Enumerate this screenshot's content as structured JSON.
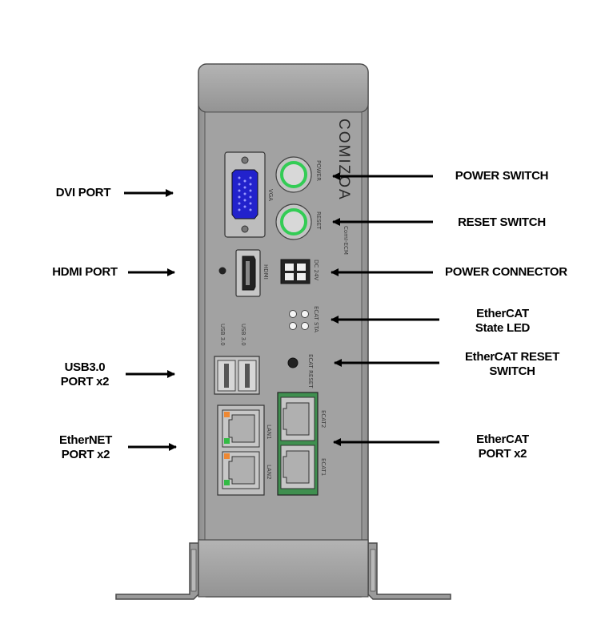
{
  "callouts": {
    "dvi_port": "DVI PORT",
    "hdmi_port": "HDMI PORT",
    "usb_port": [
      "USB3.0",
      "PORT x2"
    ],
    "ethernet_port": [
      "EtherNET",
      "PORT x2"
    ],
    "power_switch": "POWER SWITCH",
    "reset_switch": "RESET SWITCH",
    "power_connector": "POWER CONNECTOR",
    "ethercat_state_led": [
      "EtherCAT",
      "State LED"
    ],
    "ethercat_reset_switch": [
      "EtherCAT RESET",
      "SWITCH"
    ],
    "ethercat_port": [
      "EtherCAT",
      "PORT x2"
    ]
  },
  "device": {
    "brand": "COMIZOA",
    "model": "ComI-ECM",
    "marks": {
      "vga": "VGA",
      "power": "POWER",
      "reset": "RESET",
      "hdmi": "HDMI",
      "dc_in": "DC 24V",
      "ecat_state": "ECAT STA",
      "usb1": "USB 3.0",
      "usb2": "USB 3.0",
      "ecat_reset": "ECAT RESET",
      "lan1": "LAN1",
      "lan2": "LAN2",
      "ecat1": "ECAT1",
      "ecat2": "ECAT2"
    }
  },
  "colors": {
    "body": "#a3a3a3",
    "body_dark": "#8c8c8c",
    "outline": "#4a4a4a",
    "vga_blue": "#2222cc",
    "switch_green": "#33cc55",
    "lan_orange": "#ee8833",
    "lan_green": "#33bb44",
    "pcb_green": "#3f8f4f"
  }
}
